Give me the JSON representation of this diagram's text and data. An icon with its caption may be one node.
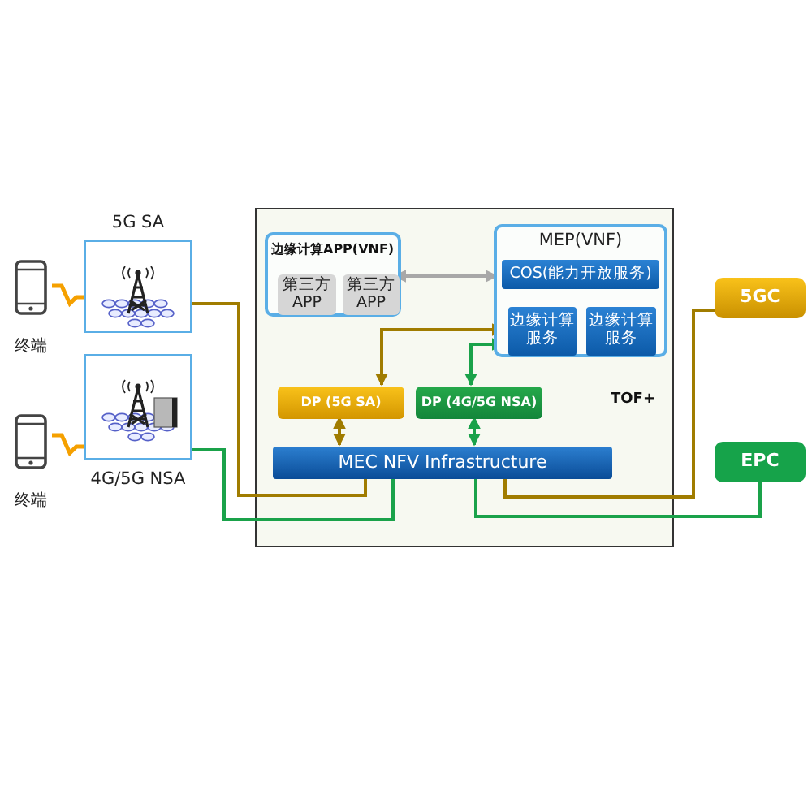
{
  "diagram": {
    "nodes": [
      {
        "text": [
          "终端"
        ]
      },
      {
        "text": [
          "5G SA"
        ]
      },
      {
        "text": [
          "终端"
        ]
      },
      {
        "text": [
          "4G/5G NSA"
        ]
      },
      {
        "text": [
          "TOF+"
        ]
      },
      {
        "text": [
          "边缘计算APP(VNF)"
        ],
        "in": 4
      },
      {
        "text": [
          "第三方 APP"
        ],
        "in": 5
      },
      {
        "text": [
          "第三方 APP"
        ],
        "in": 5
      },
      {
        "text": [
          "MEP(VNF)"
        ],
        "in": 4
      },
      {
        "text": [
          "COS(能力开放服务)"
        ],
        "in": 8
      },
      {
        "text": [
          "边缘计算服务"
        ],
        "in": 8
      },
      {
        "text": [
          "边缘计算服务"
        ],
        "in": 8
      },
      {
        "text": [
          "DP (5G SA)"
        ],
        "in": 4
      },
      {
        "text": [
          "DP (4G/5G NSA)"
        ],
        "in": 4
      },
      {
        "text": [
          "MEC NFV Infrastructure"
        ],
        "in": 4
      },
      {
        "text": [
          "5GC"
        ]
      },
      {
        "text": [
          "EPC"
        ]
      }
    ],
    "edges": [
      {
        "from": 0,
        "to": 1,
        "arrow": "none",
        "color": "#f5a000"
      },
      {
        "from": 2,
        "to": 3,
        "arrow": "none",
        "color": "#f5a000"
      },
      {
        "from": 7,
        "to": 9,
        "arrow": "both",
        "color": "#a8a8a8"
      },
      {
        "from": 12,
        "to": 10,
        "arrow": "both",
        "color": "#a07c00"
      },
      {
        "from": 13,
        "to": 10,
        "arrow": "both",
        "color": "#1aa24a"
      },
      {
        "from": 12,
        "to": 14,
        "arrow": "both",
        "color": "#a07c00"
      },
      {
        "from": 13,
        "to": 14,
        "arrow": "both",
        "color": "#1aa24a"
      },
      {
        "from": 1,
        "to": 14,
        "arrow": "none",
        "color": "#a07c00"
      },
      {
        "from": 3,
        "to": 14,
        "arrow": "none",
        "color": "#1aa24a"
      },
      {
        "from": 14,
        "to": 15,
        "arrow": "none",
        "color": "#a07c00"
      },
      {
        "from": 14,
        "to": 16,
        "arrow": "none",
        "color": "#1aa24a"
      }
    ]
  }
}
